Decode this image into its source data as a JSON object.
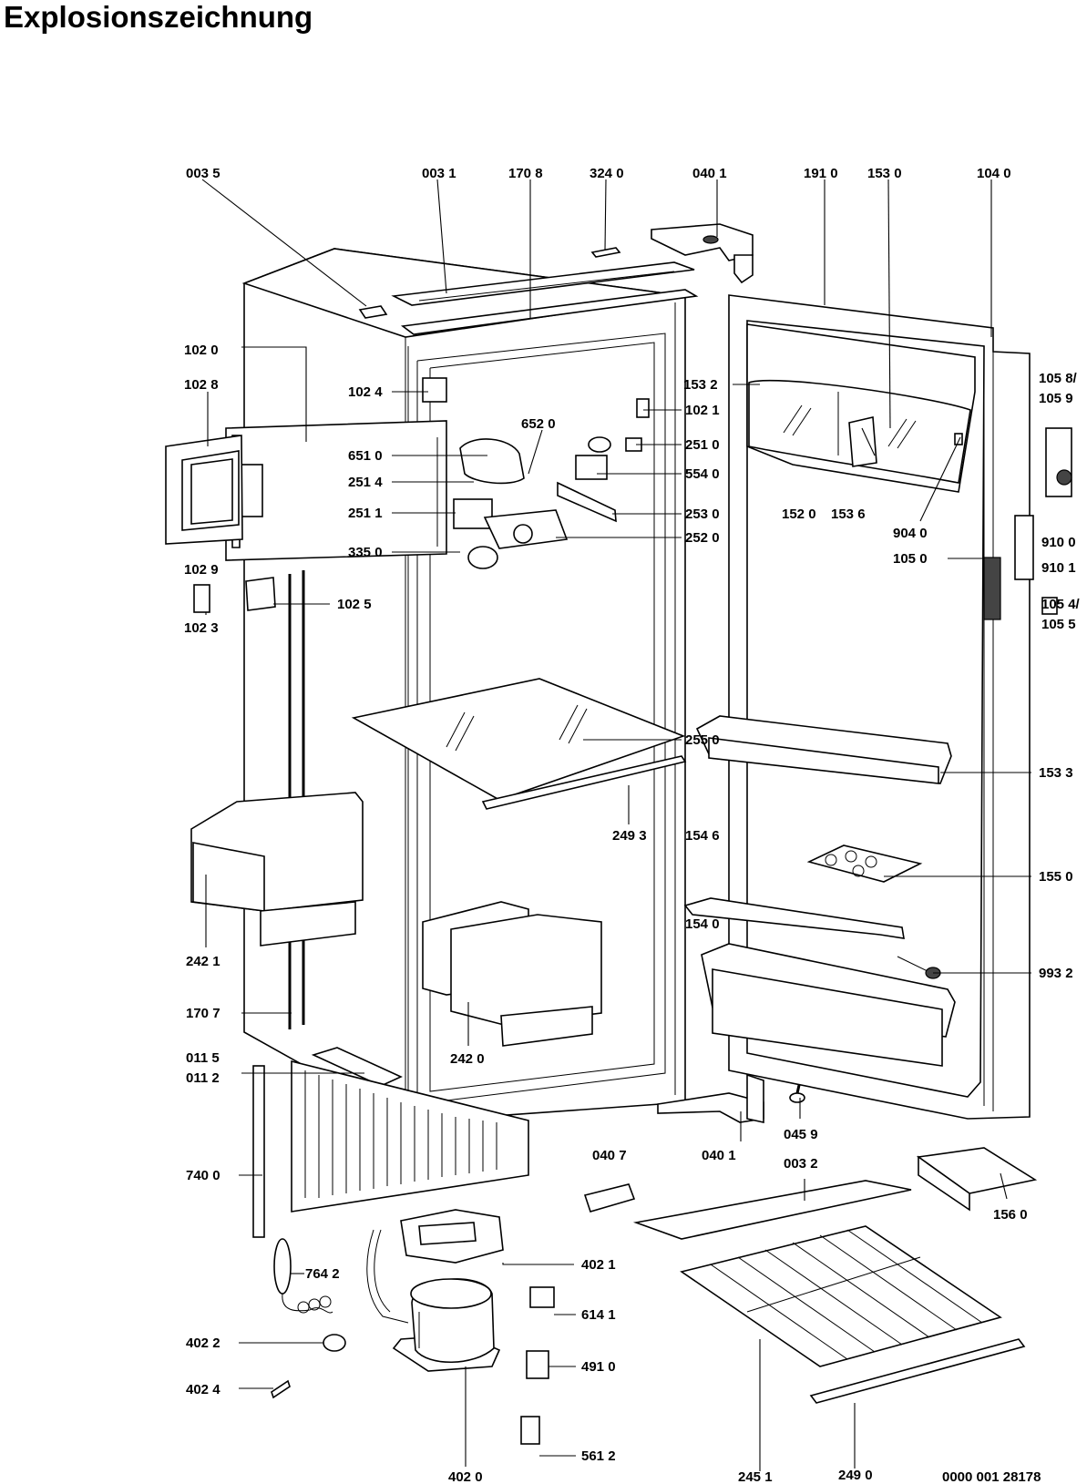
{
  "title": "Explosionszeichnung",
  "doc_number": "0000 001 28178",
  "labels": {
    "l_0035": "003 5",
    "l_0031": "003 1",
    "l_1708": "170 8",
    "l_3240": "324 0",
    "l_0401a": "040 1",
    "l_1910": "191 0",
    "l_1530": "153 0",
    "l_1040": "104 0",
    "l_1020": "102 0",
    "l_1028": "102 8",
    "l_1024": "102 4",
    "l_1532": "153 2",
    "l_1021": "102 1",
    "l_6520": "652 0",
    "l_6510": "651 0",
    "l_2510": "251 0",
    "l_2514": "251 4",
    "l_5540": "554 0",
    "l_2511": "251 1",
    "l_2530": "253 0",
    "l_3350": "335 0",
    "l_2520": "252 0",
    "l_1520": "152 0",
    "l_1536": "153 6",
    "l_9040": "904 0",
    "l_1050": "105 0",
    "l_10589": "105 8/",
    "l_1059": "105 9",
    "l_9100": "910 0",
    "l_9101": "910 1",
    "l_10545": "105 4/",
    "l_1055": "105 5",
    "l_1029": "102 9",
    "l_1025": "102 5",
    "l_1023": "102 3",
    "l_2550": "255 0",
    "l_1533": "153 3",
    "l_2493": "249 3",
    "l_1546": "154 6",
    "l_1550": "155 0",
    "l_1540": "154 0",
    "l_2421": "242 1",
    "l_9932": "993 2",
    "l_1707": "170 7",
    "l_2420": "242 0",
    "l_0115": "011 5",
    "l_0112": "011 2",
    "l_0459": "045 9",
    "l_0407": "040 7",
    "l_0401b": "040 1",
    "l_0032": "003 2",
    "l_7400": "740 0",
    "l_1560": "156 0",
    "l_7642": "764 2",
    "l_4021": "402 1",
    "l_6141": "614 1",
    "l_4022": "402 2",
    "l_4910": "491 0",
    "l_4024": "402 4",
    "l_5612": "561 2",
    "l_4020": "402 0",
    "l_2451": "245 1",
    "l_2490": "249 0"
  }
}
